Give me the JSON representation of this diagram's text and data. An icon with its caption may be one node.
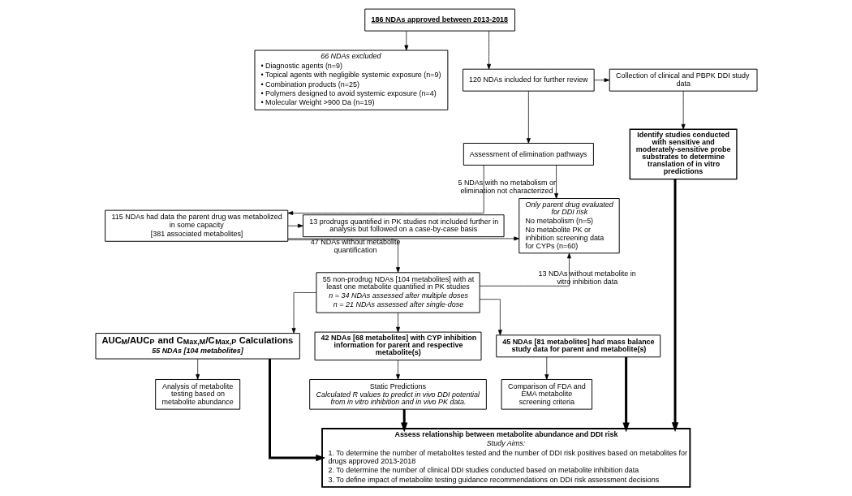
{
  "diagram": {
    "nodes": [
      {
        "text": [
          "186 NDAs approved between 2013-2018"
        ]
      },
      {
        "text": [
          "66 NDAs excluded",
          "• Diagnostic agents (n=9)",
          "• Topical agents with negligible systemic exposure (n=9)",
          "• Combination products (n=25)",
          "• Polymers designed to avoid systemic exposure (n=4)",
          "• Molecular Weight >900 Da (n=19)"
        ]
      },
      {
        "text": [
          "120 NDAs included for further review"
        ]
      },
      {
        "text": [
          "Collection of clinical and PBPK DDI study data"
        ]
      },
      {
        "text": [
          "Assessment of elimination pathways"
        ]
      },
      {
        "text": [
          "Identify studies conducted with sensitive and moderately-sensitive probe substrates to determine translation of in vitro predictions"
        ]
      },
      {
        "text": [
          "Only parent drug evaluated for DDI risk",
          "No metabolism (n=5)",
          "No metabolite PK or inhibition screening data for CYPs (n=60)"
        ]
      },
      {
        "text": [
          "115 NDAs had data the parent drug was metabolized in some capacity",
          "[381 associated metabolites]"
        ]
      },
      {
        "text": [
          "13 prodrugs quantified in PK studies not included further in analysis but followed on a case-by-case basis"
        ]
      },
      {
        "text": [
          "55 non-prodrug NDAs [104 metabolites] with at least one metabolite quantified in PK studies",
          "n = 34 NDAs assessed after multiple doses",
          "n = 21 NDAs assessed after single-dose"
        ]
      },
      {
        "text": [
          "AUC$_{M}$/AUC$_{P}$ and C$_{Max,M}$/C$_{Max,P}$ Calculations",
          "55 NDAs [104 metabolites]"
        ]
      },
      {
        "text": [
          "42 NDAs [68 metabolites] with CYP inhibition information for parent and respective metabolite(s)"
        ]
      },
      {
        "text": [
          "45 NDAs [81 metabolites] had mass balance study data for parent and metabolite(s)"
        ]
      },
      {
        "text": [
          "Analysis of metabolite testing based on metabolite abundance"
        ]
      },
      {
        "text": [
          "Static Predictions",
          "Calculated R values to predict in vivo DDI potential from in vitro inhibition and in vivo PK data."
        ]
      },
      {
        "text": [
          "Comparison of FDA and EMA metabolite screening criteria"
        ]
      },
      {
        "text": [
          "Assess relationship between metabolite abundance and DDI risk",
          "Study Aims:",
          "1. To determine the number of metabolites tested and the number of DDI risk positives based on metabolites for drugs approved 2013-2018",
          "2. To determine the number of clinical DDI studies conducted based on metabolite inhibition data",
          "3. To define impact of metabolite testing guidance recommendations on DDI risk assessment decisions"
        ]
      }
    ],
    "edges": [
      {
        "from": 0,
        "to": 1,
        "arrow": "to"
      },
      {
        "from": 0,
        "to": 2,
        "arrow": "to"
      },
      {
        "from": 2,
        "to": 3,
        "arrow": "to"
      },
      {
        "from": 2,
        "to": 4,
        "arrow": "to"
      },
      {
        "from": 3,
        "to": 5,
        "arrow": "to"
      },
      {
        "from": 4,
        "to": 6,
        "arrow": "to",
        "label": "5 NDAs with no metabolism or elimination not characterized"
      },
      {
        "from": 4,
        "to": 7,
        "arrow": "to"
      },
      {
        "from": 7,
        "to": 8,
        "arrow": "to"
      },
      {
        "from": 7,
        "to": 6,
        "arrow": "to",
        "label": "47 NDAs without metabolite quantification"
      },
      {
        "from": 7,
        "to": 9,
        "arrow": "to"
      },
      {
        "from": 9,
        "to": 6,
        "arrow": "to",
        "label": "13 NDAs without metabolite in vitro inhibition data"
      },
      {
        "from": 9,
        "to": 10,
        "arrow": "to"
      },
      {
        "from": 9,
        "to": 11,
        "arrow": "to"
      },
      {
        "from": 9,
        "to": 12,
        "arrow": "to"
      },
      {
        "from": 10,
        "to": 13,
        "arrow": "to"
      },
      {
        "from": 10,
        "to": 16,
        "arrow": "to",
        "style": "thick"
      },
      {
        "from": 11,
        "to": 14,
        "arrow": "to"
      },
      {
        "from": 14,
        "to": 16,
        "arrow": "to",
        "style": "thick"
      },
      {
        "from": 12,
        "to": 15,
        "arrow": "to"
      },
      {
        "from": 12,
        "to": 16,
        "arrow": "to",
        "style": "thick"
      },
      {
        "from": 5,
        "to": 16,
        "arrow": "to",
        "style": "thick"
      }
    ]
  }
}
